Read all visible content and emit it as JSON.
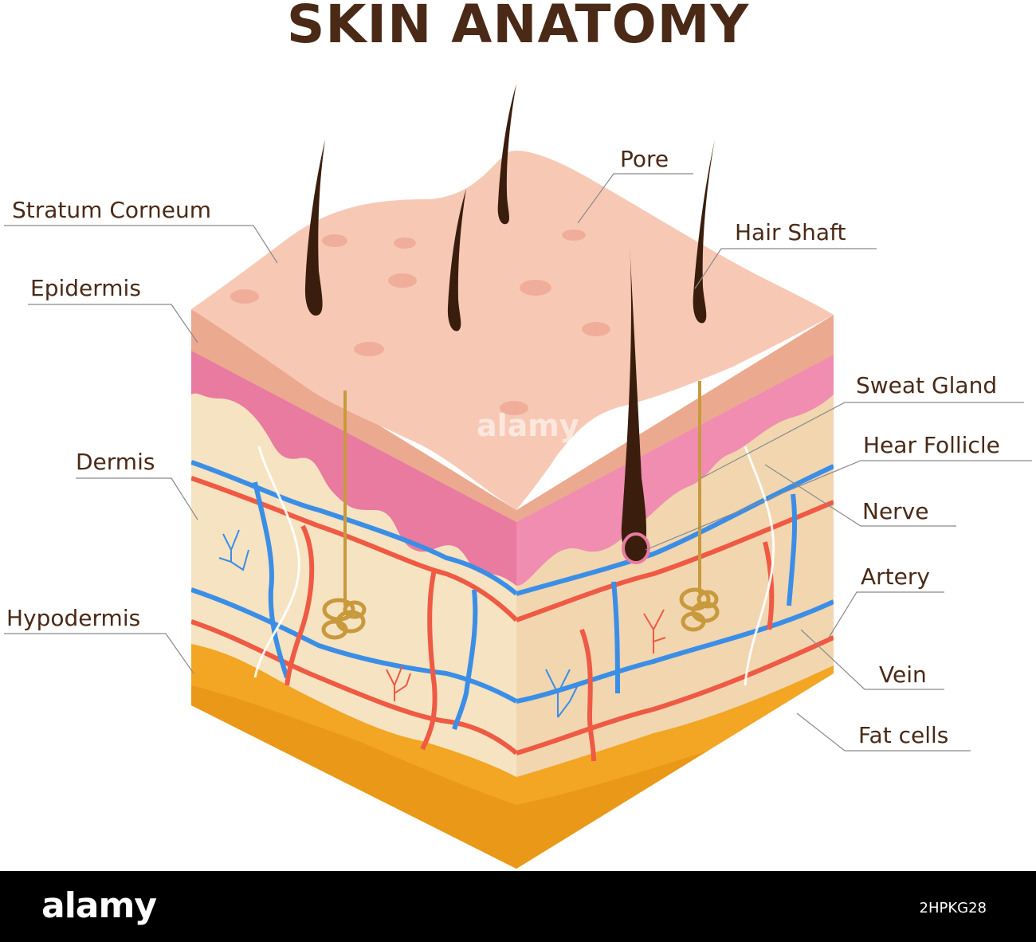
{
  "title": "SKIN ANATOMY",
  "labels": {
    "stratum_corneum": "Stratum Corneum",
    "epidermis": "Epidermis",
    "dermis": "Dermis",
    "hypodermis": "Hypodermis",
    "pore": "Pore",
    "hair_shaft": "Hair Shaft",
    "sweat_gland": "Sweat Gland",
    "hair_follicle": "Hear Follicle",
    "nerve": "Nerve",
    "artery": "Artery",
    "vein": "Vein",
    "fat_cells": "Fat cells"
  },
  "watermark": "alamy",
  "footer": {
    "logo": "alamy",
    "image_id": "2HPKG28"
  },
  "colors": {
    "title": "#4a2a17",
    "skin_top": "#f7c9b5",
    "epidermis": "#eba98f",
    "epidermis_pink": "#e97aa0",
    "dermis": "#f6e3c1",
    "dermis_side": "#f1d6b0",
    "fat": "#f2a623",
    "artery": "#ef5a45",
    "vein": "#3b8ee6",
    "hair": "#3a1d0c",
    "sweat_gland": "#c99a3d"
  }
}
